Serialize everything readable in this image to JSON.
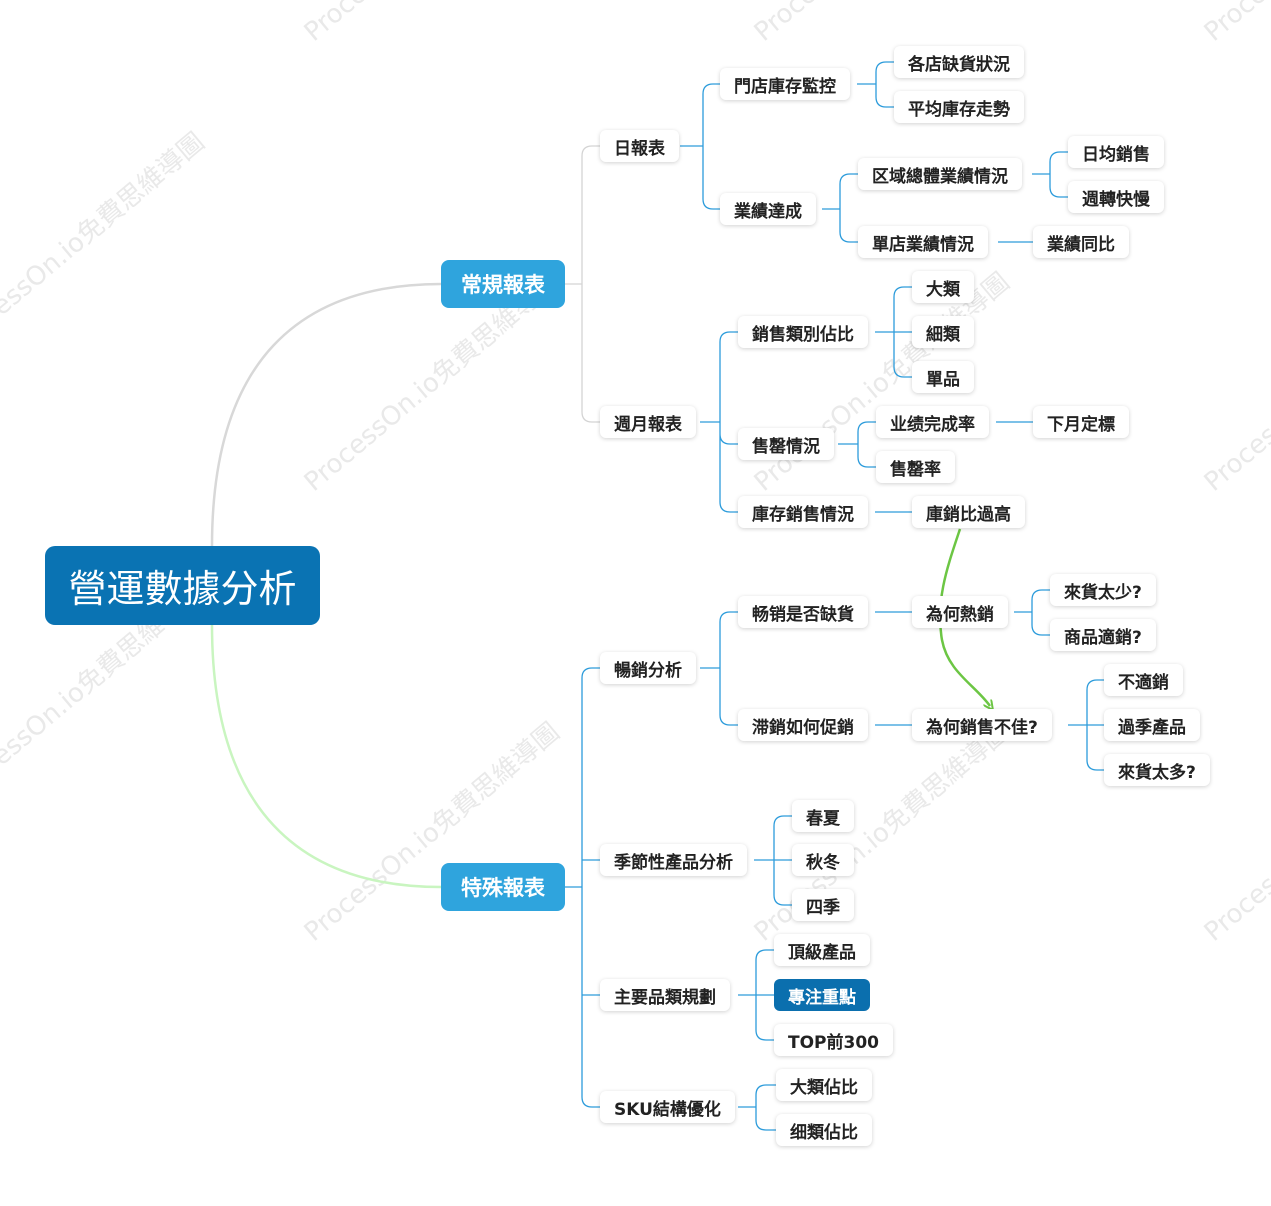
{
  "root": "營運數據分析",
  "watermark": "ProcessOn.io免費思維導圖",
  "branches": {
    "regular": {
      "label": "常規報表",
      "daily": {
        "label": "日報表",
        "store_stock": {
          "label": "門店庫存監控",
          "items": [
            "各店缺貨狀況",
            "平均庫存走勢"
          ]
        },
        "performance": {
          "label": "業績達成",
          "region": {
            "label": "区域總體業績情況",
            "items": [
              "日均銷售",
              "週轉快慢"
            ]
          },
          "single": {
            "label": "單店業績情況",
            "items": [
              "業績同比"
            ]
          }
        }
      },
      "weekly": {
        "label": "週月報表",
        "category_share": {
          "label": "銷售類別佔比",
          "items": [
            "大類",
            "細類",
            "單品"
          ]
        },
        "sellout": {
          "label": "售罄情況",
          "completion": {
            "label": "业绩完成率",
            "items": [
              "下月定標"
            ]
          },
          "rate": {
            "label": "售罄率"
          }
        },
        "stock_sales": {
          "label": "庫存銷售情況",
          "items": [
            "庫銷比過高"
          ]
        }
      }
    },
    "special": {
      "label": "特殊報表",
      "bestseller": {
        "label": "暢銷分析",
        "shortage": {
          "label": "畅销是否缺貨",
          "why_hot": {
            "label": "為何熱銷",
            "items": [
              "來貨太少?",
              "商品適銷?"
            ]
          }
        },
        "slow": {
          "label": "滞銷如何促銷",
          "why_poor": {
            "label": "為何銷售不佳?",
            "items": [
              "不適銷",
              "過季產品",
              "來貨太多?"
            ]
          }
        }
      },
      "seasonal": {
        "label": "季節性產品分析",
        "items": [
          "春夏",
          "秋冬",
          "四季"
        ]
      },
      "main_category": {
        "label": "主要品類規劃",
        "items": [
          "頂級產品",
          "專注重點",
          "TOP前300"
        ]
      },
      "sku": {
        "label": "SKU結構優化",
        "items": [
          "大類佔比",
          "细類佔比"
        ]
      }
    }
  },
  "colors": {
    "root_bg": "#0a73b3",
    "main_bg": "#2fa4dd",
    "branch_line": "#2d9cdb",
    "highlight_bg": "#0b6fae",
    "arrow": "#6cc644"
  }
}
